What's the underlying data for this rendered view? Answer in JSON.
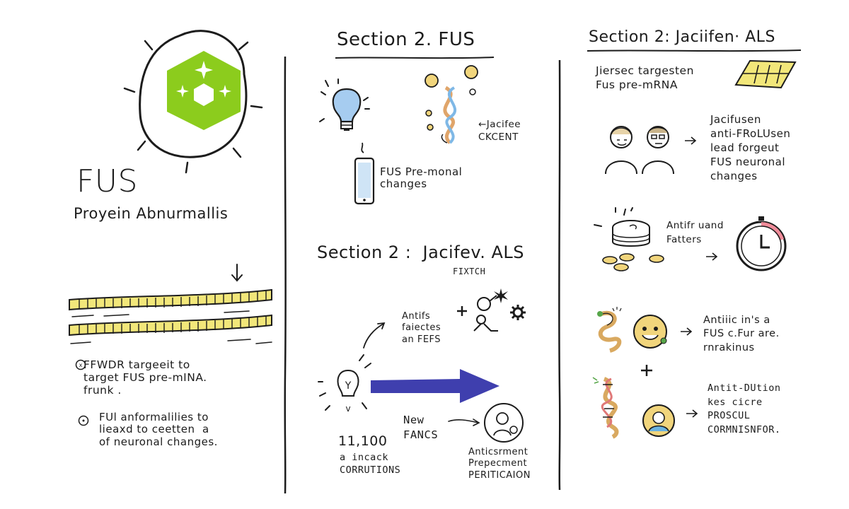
{
  "left": {
    "title": "FUS",
    "subtitle": "Proyein Abnurmallis",
    "note1": "FFWDR targeeit to\ntarget FUS pre-mINA.\nfrunk .",
    "note2": "FUl anformalilies to\nlieaxd to ceetten  a\nof neuronal changes."
  },
  "middle": {
    "heading": "Section 2. FUS",
    "jacifee_label": "←Jacifee\nCKCENT",
    "phone_label": "FUS Pre-monal\nchanges",
    "heading2": "Section 2 :  Jacifev. ALS",
    "fixtch": "FIXTCH",
    "antifs_label": "Antifs\nfaiectes\nan FEFS",
    "stat_value": "11,100",
    "stat_label": "a incack\nCORRUTIONS",
    "new_fancs": "New\nFANCS",
    "antic_label": "Anticsrment\nPrepecment\nPERITICAION"
  },
  "right": {
    "heading": "Section 2: Jaciifen· ALS",
    "intro": "Jiersec targesten\nFus pre-mRNA",
    "block1": "Jacifusen\nanti-FRoLUsen\nlead forgeut\nFUS neuronal\nchanges",
    "antifr_label": "Antifr uand\nFatters",
    "block2": "Antiiic in's a\nFUS c.Fur are.\nrnrakinus",
    "block3": "Antit-DUtion\nkes cicre\nPROSCUL\nCORMNISNFOR."
  },
  "colors": {
    "ink": "#1c1c1c",
    "lime": "#8ccc1d",
    "yellow": "#f2e77a",
    "blue_arrow": "#3f3fae",
    "bulb_blue": "#a6ccf0",
    "coin": "#f1d57c"
  },
  "icons": [
    "cell-icon",
    "hexagon-sparkle-icon",
    "rna-strand-icon",
    "lightbulb-icon",
    "dna-helix-icon",
    "phone-icon",
    "molecule-icon",
    "gear-icon",
    "lightbulb-face-icon",
    "magnifier-face-icon",
    "chip-icon",
    "people-icon",
    "coin-stack-icon",
    "clock-icon",
    "smiley-icon",
    "dna-chain-icon",
    "avatar-icon",
    "big-arrow-icon"
  ]
}
